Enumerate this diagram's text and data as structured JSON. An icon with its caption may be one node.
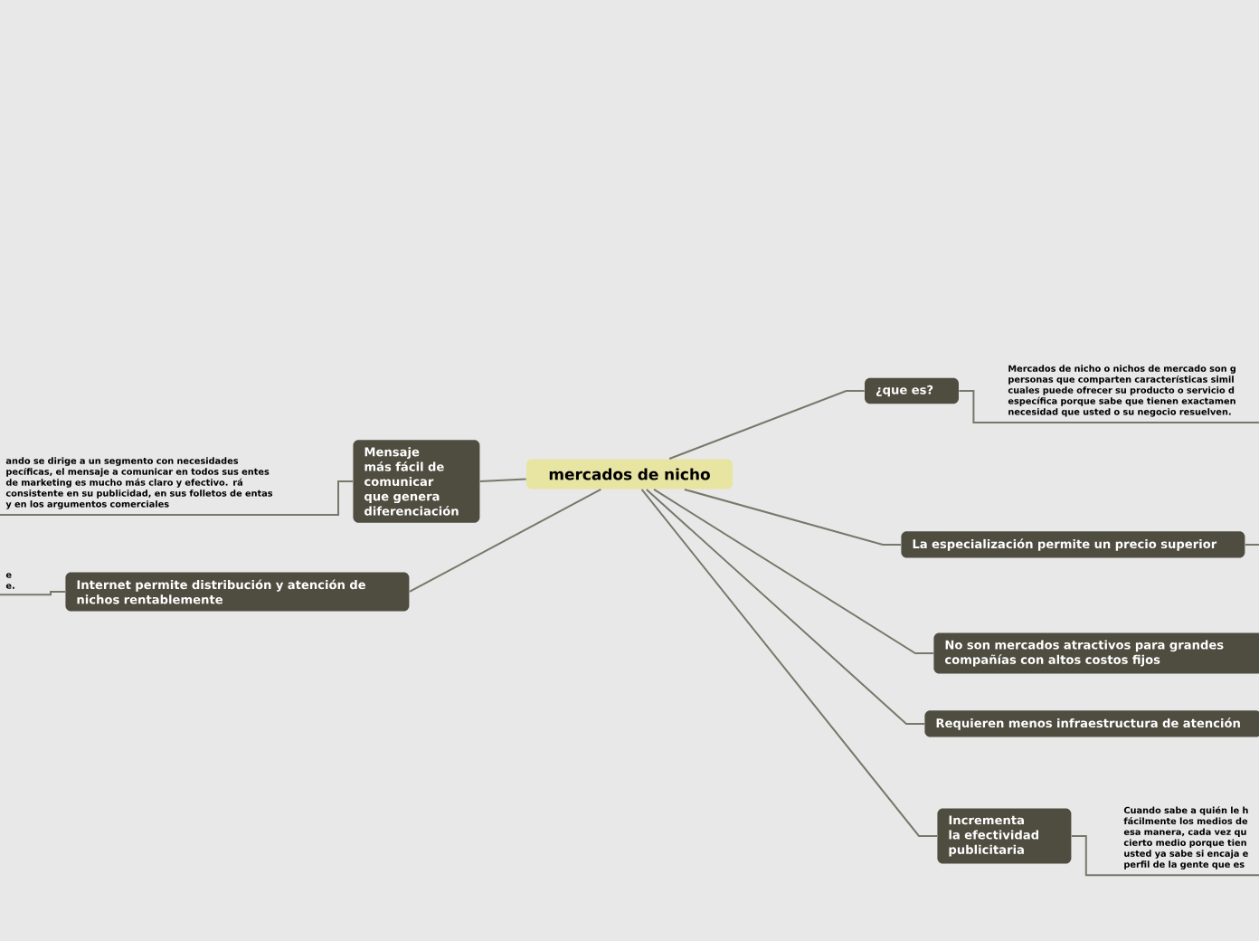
{
  "diagram": {
    "nodes": [
      {
        "text": [
          "mercados de nicho"
        ]
      },
      {
        "text": [
          "¿que es?"
        ]
      },
      {
        "text": [
          "Mercados de nicho o nichos de mercado son g personas que comparten características simil cuales puede ofrecer su producto o servicio d específica porque sabe que tienen exactamen necesidad que usted o su negocio resuelven."
        ]
      },
      {
        "text": [
          "La especialización permite un precio superior"
        ]
      },
      {
        "text": [
          "No son mercados atractivos para grandes compañías con altos costos fijos"
        ]
      },
      {
        "text": [
          "Requieren menos infraestructura de atención"
        ]
      },
      {
        "text": [
          "Incrementa la efectividad publicitaria"
        ]
      },
      {
        "text": [
          "Cuando sabe a quién le h fácilmente los medios de esa manera, cada vez qu cierto medio porque tien usted ya sabe si encaja e perfil de la gente que es"
        ]
      },
      {
        "text": [
          "Mensaje más fácil de comunicar que genera diferenciación"
        ]
      },
      {
        "text": [
          "ando se dirige a un segmento con necesidades pecíficas, el mensaje a comunicar en todos sus entes de marketing es mucho más claro y efectivo. rá consistente en su publicidad, en sus folletos de entas y en los argumentos comerciales"
        ]
      },
      {
        "text": [
          "Internet permite distribución y atención de nichos rentablemente"
        ]
      },
      {
        "text": [
          "e e."
        ]
      }
    ],
    "edges": [
      {
        "from": 0,
        "to": 1,
        "arrow": "none"
      },
      {
        "from": 1,
        "to": 2,
        "arrow": "none"
      },
      {
        "from": 0,
        "to": 3,
        "arrow": "none"
      },
      {
        "from": 3,
        "to": null,
        "arrow": "none"
      },
      {
        "from": 0,
        "to": 4,
        "arrow": "none"
      },
      {
        "from": 0,
        "to": 5,
        "arrow": "none"
      },
      {
        "from": 0,
        "to": 6,
        "arrow": "none"
      },
      {
        "from": 6,
        "to": 7,
        "arrow": "none"
      },
      {
        "from": 0,
        "to": 8,
        "arrow": "none"
      },
      {
        "from": 8,
        "to": 9,
        "arrow": "none"
      },
      {
        "from": 0,
        "to": 10,
        "arrow": "none"
      },
      {
        "from": 10,
        "to": 11,
        "arrow": "none"
      }
    ]
  }
}
